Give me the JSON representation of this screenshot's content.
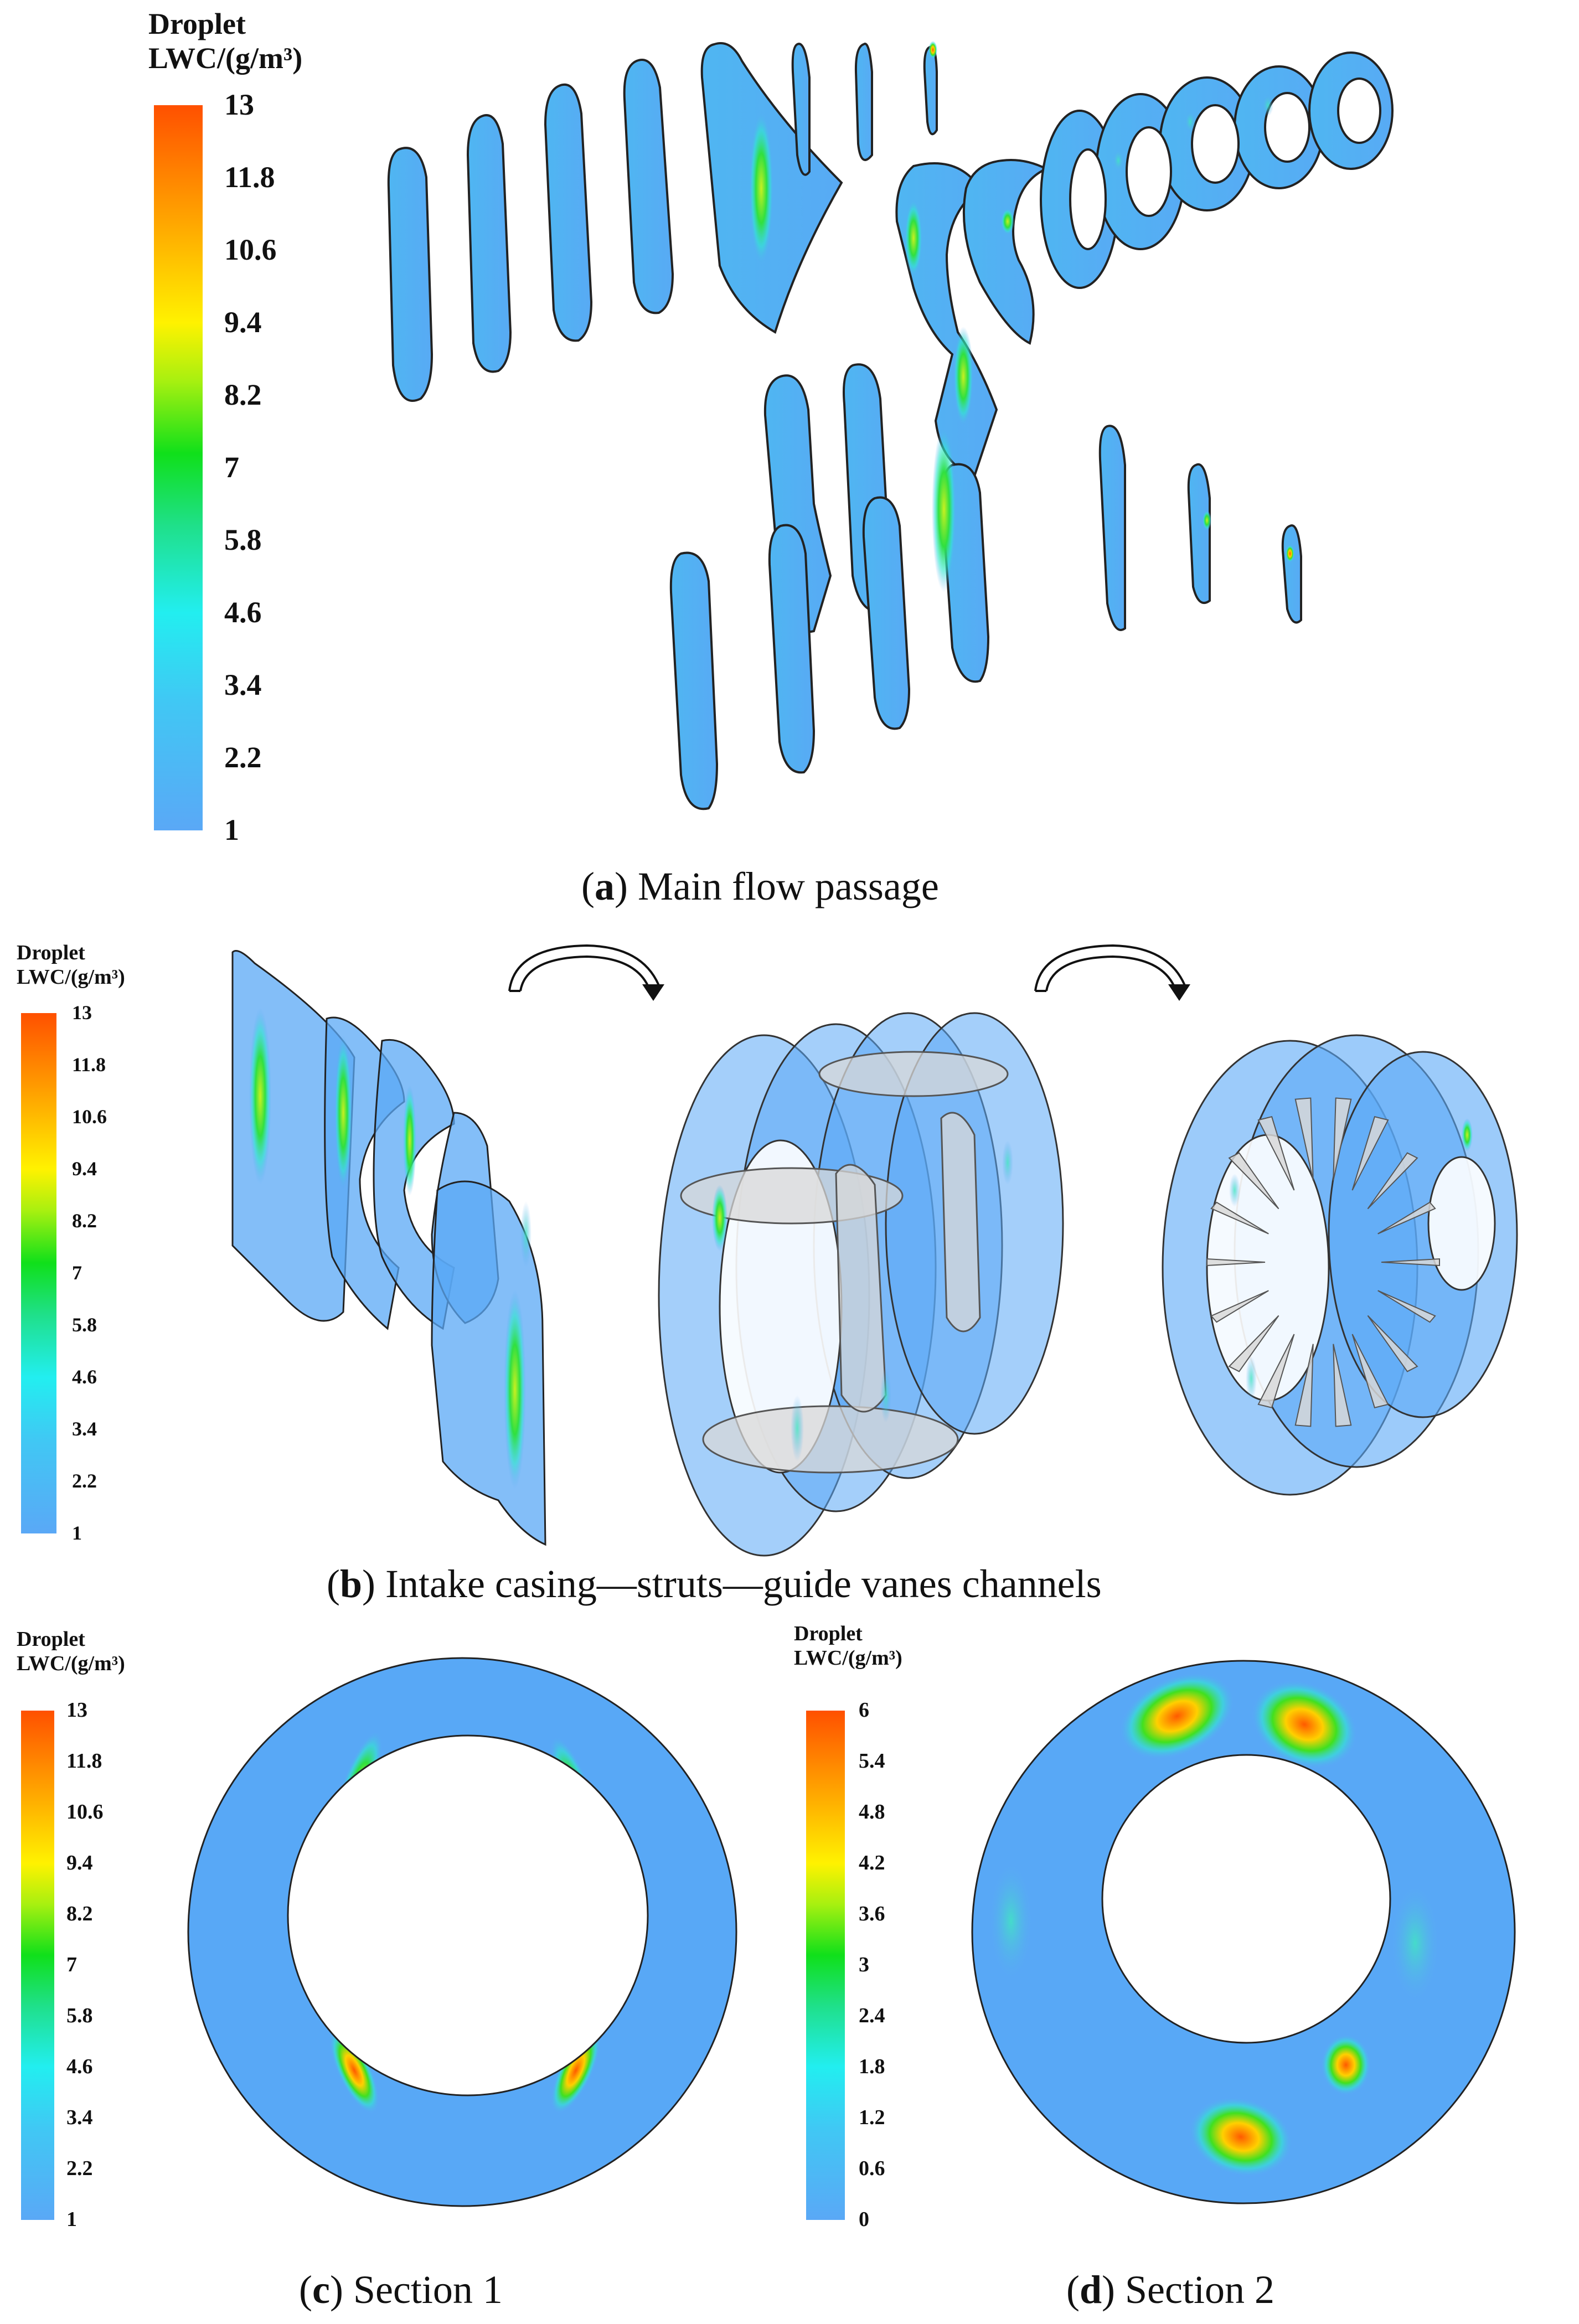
{
  "colors": {
    "c0": "#5aa8f6",
    "c1": "#45c6f2",
    "c2": "#2af0ee",
    "c3": "#1fe08a",
    "c4": "#10e01a",
    "c5": "#a8f010",
    "c6": "#fff200",
    "c7": "#ffb000",
    "c8": "#ff6a00",
    "c9": "#ff4a00",
    "edge": "#222222",
    "strut": "#d8d8d8"
  },
  "legends": {
    "a": {
      "title_line1": "Droplet",
      "title_line2": "LWC/(g/m³)",
      "ticks": [
        "13",
        "11.8",
        "10.6",
        "9.4",
        "8.2",
        "7",
        "5.8",
        "4.6",
        "3.4",
        "2.2",
        "1"
      ]
    },
    "b": {
      "title_line1": "Droplet",
      "title_line2": "LWC/(g/m³)",
      "ticks": [
        "13",
        "11.8",
        "10.6",
        "9.4",
        "8.2",
        "7",
        "5.8",
        "4.6",
        "3.4",
        "2.2",
        "1"
      ]
    },
    "c": {
      "title_line1": "Droplet",
      "title_line2": "LWC/(g/m³)",
      "ticks": [
        "13",
        "11.8",
        "10.6",
        "9.4",
        "8.2",
        "7",
        "5.8",
        "4.6",
        "3.4",
        "2.2",
        "1"
      ]
    },
    "d": {
      "title_line1": "Droplet",
      "title_line2": "LWC/(g/m³)",
      "ticks": [
        "6",
        "5.4",
        "4.8",
        "4.2",
        "3.6",
        "3",
        "2.4",
        "1.8",
        "1.2",
        "0.6",
        "0"
      ]
    }
  },
  "captions": {
    "a": {
      "letter": "a",
      "text": " Main flow passage"
    },
    "b": {
      "letter": "b",
      "text": " Intake casing—struts—guide vanes channels"
    },
    "c": {
      "letter": "c",
      "text": " Section 1"
    },
    "d": {
      "letter": "d",
      "text": " Section 2"
    }
  }
}
